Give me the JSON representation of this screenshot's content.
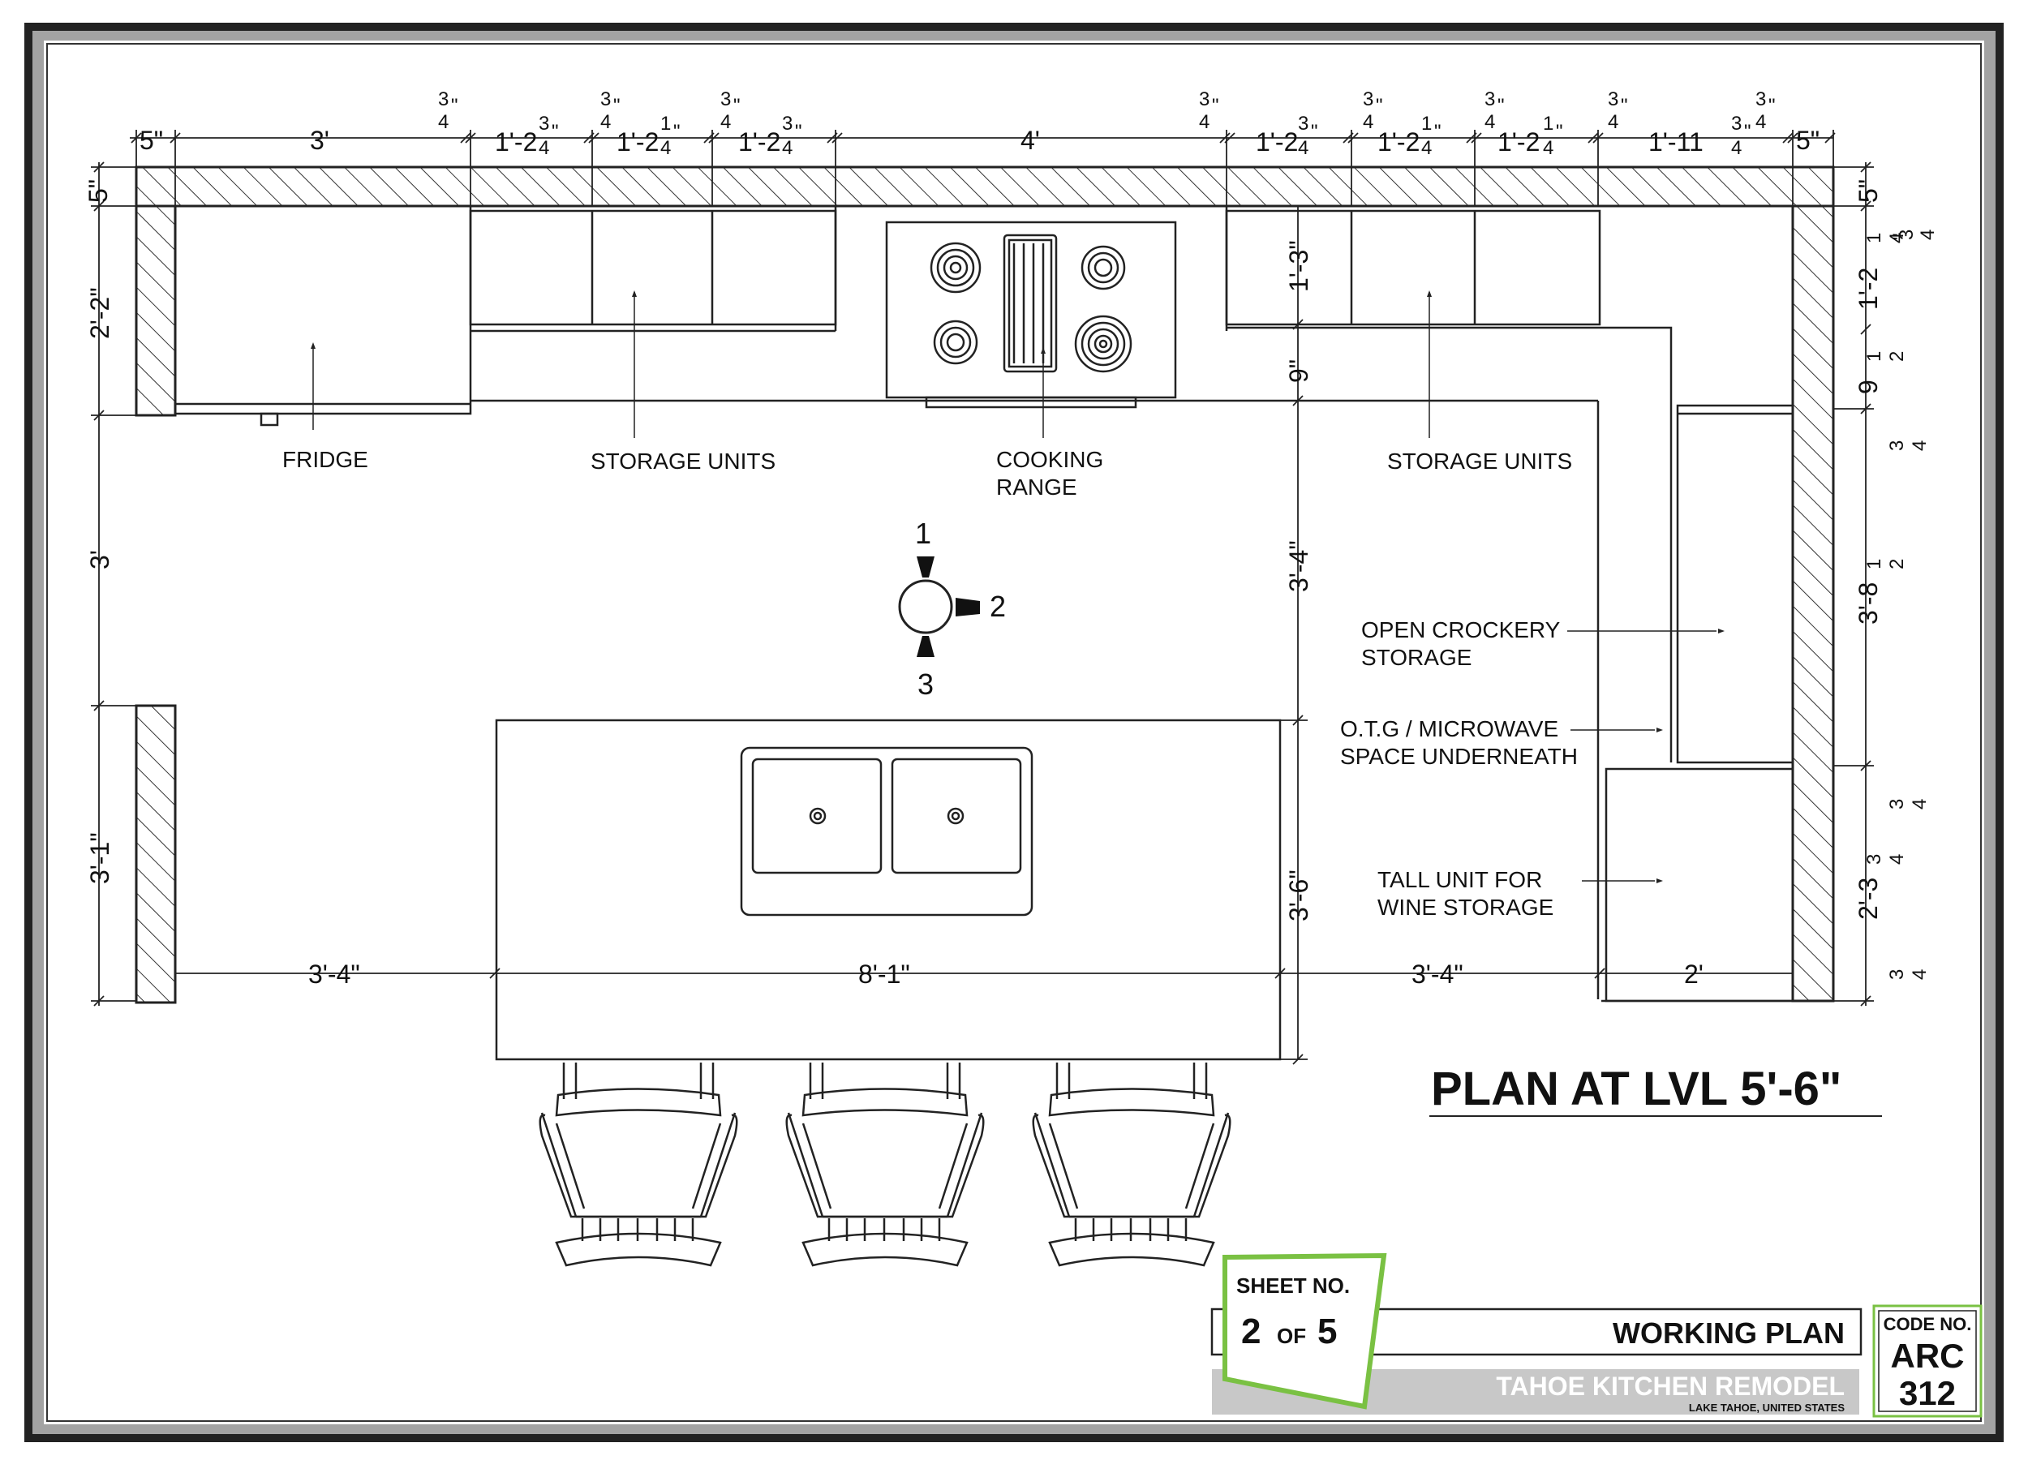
{
  "plan": {
    "title": "PLAN AT LVL 5'-6\"",
    "labels": {
      "fridge": "FRIDGE",
      "storage_left": "STORAGE UNITS",
      "cooking_1": "COOKING",
      "cooking_2": "RANGE",
      "storage_right": "STORAGE UNITS",
      "crockery_1": "OPEN CROCKERY",
      "crockery_2": "STORAGE",
      "otg_1": "O.T.G / MICROWAVE",
      "otg_2": "SPACE UNDERNEATH",
      "wine_1": "TALL UNIT FOR",
      "wine_2": "WINE STORAGE"
    },
    "view_marks": [
      "1",
      "2",
      "3"
    ],
    "top_dims": [
      "5\"",
      "3'",
      "1'-2",
      "1'-2",
      "1'-2",
      "4'",
      "1'-2",
      "1'-2",
      "1'-2",
      "1'-11",
      "5\""
    ],
    "left_dims": [
      "5\"",
      "2'-2\"",
      "3'",
      "3'-1\""
    ],
    "right_dims": [
      "5\"",
      "1'-2",
      "9",
      "3'-8",
      "2'-3"
    ],
    "inner_dims": [
      "1'-3\"",
      "9\"",
      "3'-4\"",
      "3'-6\""
    ],
    "bottom_dims": [
      "3'-4\"",
      "8'-1\"",
      "3'-4\"",
      "2'"
    ],
    "fractions": {
      "three": "3",
      "one": "1",
      "four": "4",
      "two": "2",
      "inch": "\""
    }
  },
  "title_block": {
    "sheet_label": "SHEET NO.",
    "sheet_num": "2",
    "sheet_of": "OF",
    "sheet_total": "5",
    "drawing_name": "WORKING PLAN",
    "project": "TAHOE KITCHEN REMODEL",
    "location": "LAKE TAHOE, UNITED STATES",
    "code_label": "CODE NO.",
    "code_1": "ARC",
    "code_2": "312"
  },
  "colors": {
    "frame_outer": "#1f1f1f",
    "frame_mid": "#9a9a9a",
    "sheet_badge": "#7ac143",
    "project_band": "#c8c8c8"
  }
}
